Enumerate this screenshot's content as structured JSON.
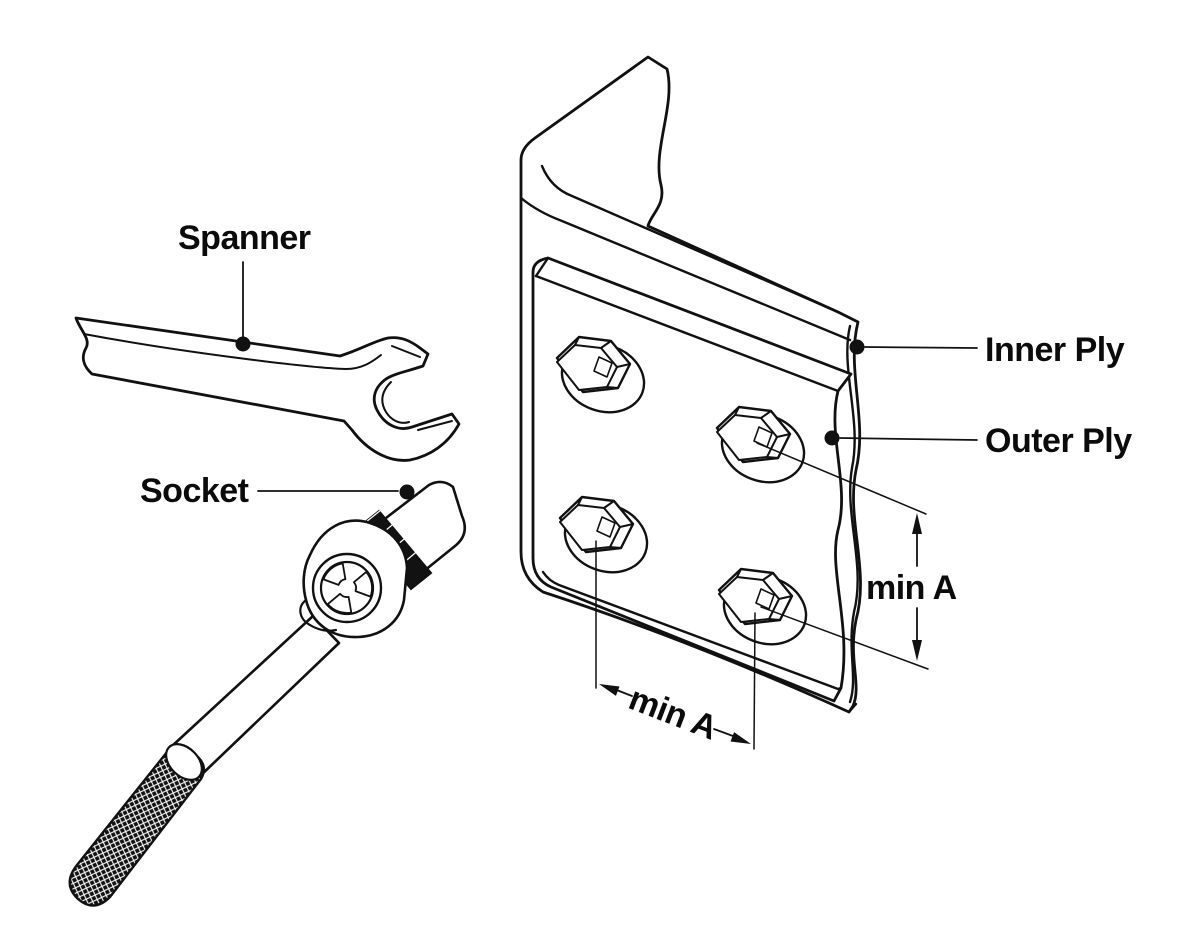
{
  "figure": {
    "type": "technical-illustration",
    "description": "Line drawing of a spanner and a socket driver beside an angle bracket (inner ply) with an outer ply plate fixed by four hex bolts, with minimum edge-distance dimensions",
    "ink_color": "#111111",
    "background_color": "#ffffff"
  },
  "labels": {
    "spanner": "Spanner",
    "socket": "Socket",
    "inner_ply": "Inner Ply",
    "outer_ply": "Outer Ply",
    "min_a_vertical": "min A",
    "min_a_horizontal": "min A"
  }
}
